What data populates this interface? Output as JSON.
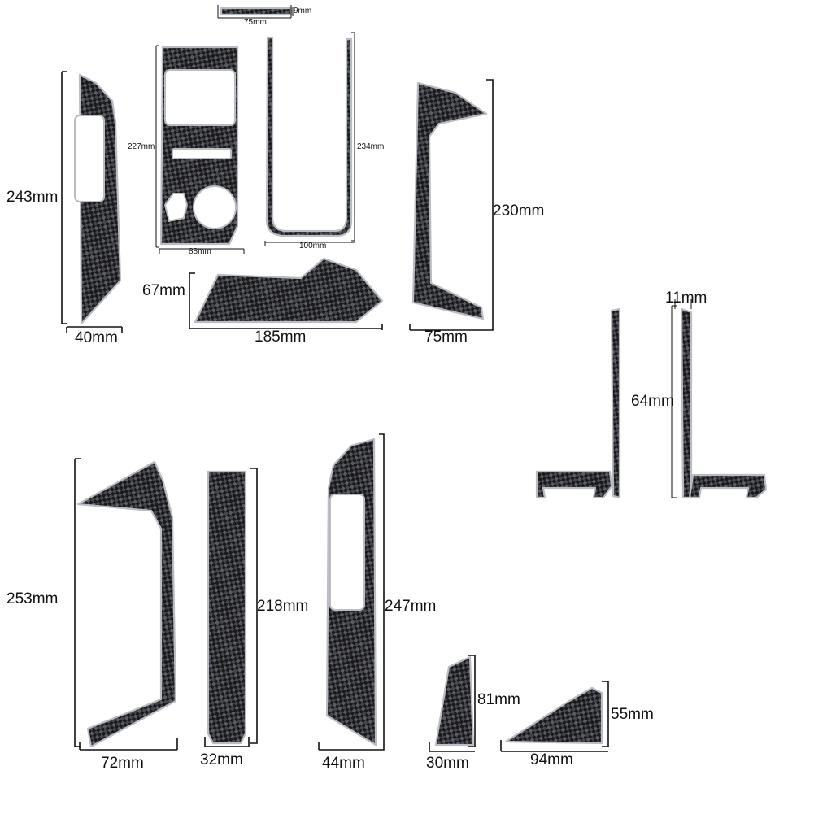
{
  "labels": {
    "visor_w": "75mm",
    "visor_h": "9mm",
    "left_panel_h": "243mm",
    "left_panel_w": "40mm",
    "gear_h": "227mm",
    "gear_w": "88mm",
    "ustrip_h": "234mm",
    "ustrip_w": "100mm",
    "bottom_strip_h": "67mm",
    "bottom_strip_w": "185mm",
    "right_panel_h": "230mm",
    "right_panel_w": "75mm",
    "pillar_w": "11mm",
    "pillar_h": "64mm",
    "big_left_h": "253mm",
    "big_left_w": "72mm",
    "strip2_h": "218mm",
    "strip2_w": "32mm",
    "window_panel_h": "247mm",
    "window_panel_w": "44mm",
    "small_h": "81mm",
    "small_w": "30mm",
    "tri_h": "55mm",
    "tri_w": "94mm"
  },
  "colors": {
    "carbon_dark": "#1a1a1c",
    "carbon_light": "#5a5c62",
    "edge": "#b9bcc2",
    "text": "#111111",
    "background": "#ffffff"
  }
}
